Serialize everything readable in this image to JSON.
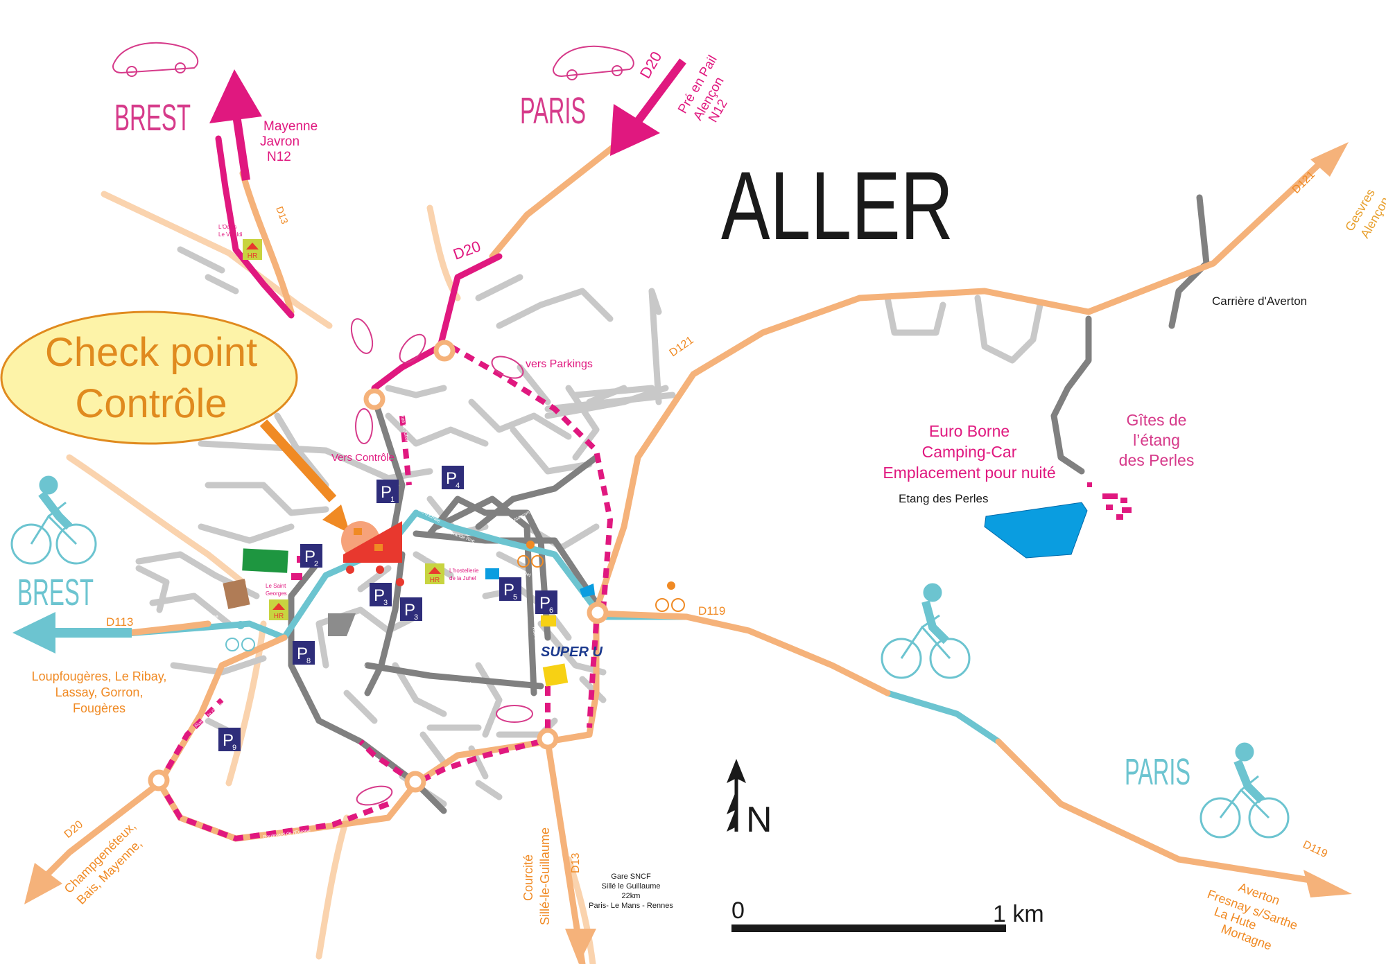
{
  "title": "ALLER",
  "checkpoint": {
    "line1": "Check point",
    "line2": "Contrôle"
  },
  "cities": {
    "brest_top": "BREST",
    "paris_top": "PARIS",
    "brest_left": "BREST",
    "paris_right": "PARIS"
  },
  "destinations": {
    "mayenne": [
      "Mayenne",
      "Javron",
      "N12"
    ],
    "pre_en_pail": [
      "Pré en Pail",
      "Alençon",
      "N12"
    ],
    "gesvres": [
      "Gesvres",
      "Alençon"
    ],
    "loupfougeres": [
      "Loupfougères, Le Ribay,",
      "Lassay, Gorron,",
      "Fougères"
    ],
    "champgeneteux": [
      "Champgenéteux,",
      "Bais, Mayenne,"
    ],
    "courcite": [
      "Courcité",
      "Sillé-le-Guillaume"
    ],
    "averton": [
      "Averton",
      "Fresnay s/Sarthe",
      "La Hute",
      "Mortagne"
    ]
  },
  "roads": {
    "d20_top": "D20",
    "d20_mid": "D20",
    "d20_sw": "D20",
    "d13_n": "D13",
    "d13_s": "D13",
    "d121_a": "D121",
    "d121_b": "D121",
    "d113": "D113",
    "d119_a": "D119",
    "d119_b": "D119"
  },
  "streets": {
    "rue_mayenne": "Rue de Mayenne",
    "bd_europe": "Boulevard de l'Europe",
    "bd_henri_dunant": "Boulevard Henri Dunant",
    "rue_jules_doitteau": "Rue Jules Doitteau",
    "rue_alencon": "Rue d'Alençon",
    "grande_rue": "Grande Rue",
    "rue_juhel": "Rue de la Juhel",
    "rue_ernee": "Rue d'Ernée",
    "rue_st_julien": "Rue St Julien",
    "rue_gendarmerie": "Rue de la Gendarmerie",
    "bd_general_leclerc": "Boulevard du Général Leclerc",
    "rue_sille": "Rue de Sillé"
  },
  "labels": {
    "vers_parkings": "vers Parkings",
    "vers_controle": "Vers Contrôle",
    "carriere": "Carrière d'Averton",
    "etang": "Etang des Perles",
    "euro_borne": [
      "Euro Borne",
      "Camping-Car",
      "Emplacement pour nuité"
    ],
    "gites": [
      "Gîtes de",
      "l’étang",
      "des Perles"
    ],
    "oasis": [
      "L'Oasis",
      "Le Vivaldi"
    ],
    "saint_georges": [
      "Le Saint",
      "Georges"
    ],
    "hostellerie": [
      "L'hostellerie",
      "de la Juhel"
    ],
    "hr": "HR",
    "super_u": "SUPER U",
    "gare": [
      "Gare SNCF",
      "Sillé le Guillaume",
      "22km",
      "Paris- Le Mans - Rennes"
    ]
  },
  "parkings": [
    {
      "letter": "P",
      "num": "1"
    },
    {
      "letter": "P",
      "num": "2"
    },
    {
      "letter": "P",
      "num": "3"
    },
    {
      "letter": "P",
      "num": "3"
    },
    {
      "letter": "P",
      "num": "4"
    },
    {
      "letter": "P",
      "num": "5"
    },
    {
      "letter": "P",
      "num": "6"
    },
    {
      "letter": "P",
      "num": "8"
    },
    {
      "letter": "P",
      "num": "9"
    }
  ],
  "compass": "N",
  "scale": {
    "start": "0",
    "end": "1 km"
  },
  "colors": {
    "road_orange": "#F5B27A",
    "road_light": "#FAD3AE",
    "pink": "#E0187F",
    "cyan": "#6CC4D0",
    "grey": "#C8C8C8",
    "dark_grey": "#808080",
    "lake": "#0A9DE0",
    "checkpoint_fill": "#FDF3A8",
    "checkpoint_text": "#E08A1E",
    "parking": "#2E2D7A"
  }
}
